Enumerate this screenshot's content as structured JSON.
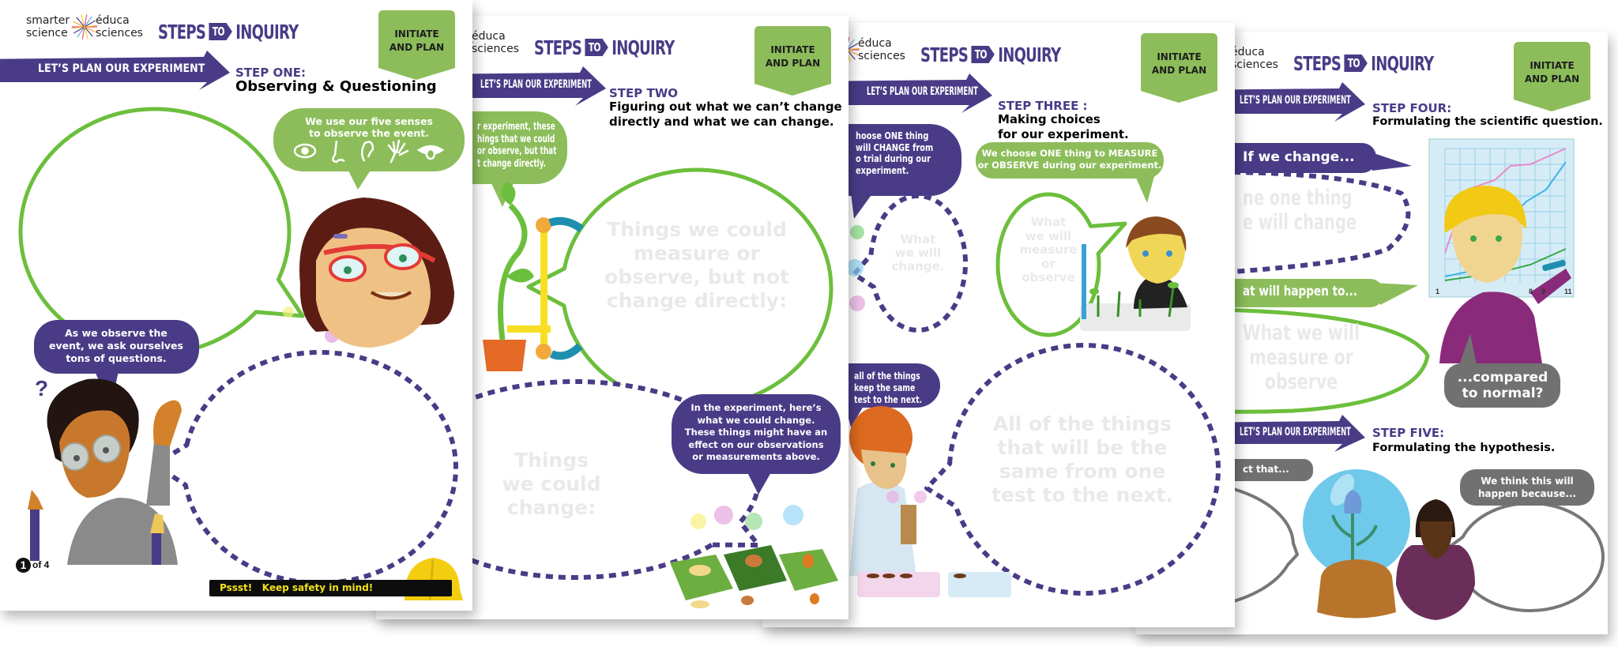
{
  "brand": {
    "smarter": "smarter",
    "science": "science",
    "educa": "éduca",
    "sciences": "sciences",
    "steps": "STEPS",
    "to": "TO",
    "inquiry": "INQUIRY",
    "phase_line1": "INITIATE",
    "phase_line2": "AND PLAN",
    "banner": "LET’S PLAN OUR EXPERIMENT"
  },
  "colors": {
    "purple": "#4a3b87",
    "green_fill": "#8cbd5a",
    "green_outline": "#6cbf3c",
    "gray_bubble": "#717171",
    "placeholder_text": "#e9e9ec",
    "safety_text": "#f2e21b"
  },
  "page1": {
    "step_label": "STEP ONE:",
    "step_title": "Observing & Questioning",
    "senses_bubble": [
      "We use our five senses",
      "to observe the event."
    ],
    "senses_icons": [
      "eye-icon",
      "nose-icon",
      "ear-icon",
      "hand-icon",
      "tongue-icon"
    ],
    "question_bubble": [
      "As we observe the",
      "event, we ask ourselves",
      "tons of questions."
    ],
    "question_mark": "?",
    "page_number": "1",
    "page_of": "of 4",
    "safety_note": "Pssst!   Keep safety in mind!"
  },
  "page2": {
    "step_label": "STEP TWO",
    "step_title": [
      "Figuring out what we can’t change",
      "directly and what we can change."
    ],
    "measure_bubble": [
      "r experiment, these",
      "hings that we could",
      "or observe, but that",
      "t change directly."
    ],
    "measure_placeholder": [
      "Things we could",
      "measure or",
      "observe, but not",
      "change directly:"
    ],
    "change_placeholder": [
      "Things",
      "we could",
      "change:"
    ],
    "change_bubble": [
      "In the experiment, here’s",
      "what we could change.",
      "These things might have an",
      "effect on our observations",
      "or measurements above."
    ]
  },
  "page3": {
    "step_label": "STEP THREE :",
    "step_title": [
      "Making choices",
      "for our experiment."
    ],
    "change_bubble": [
      "hoose ONE thing",
      "will CHANGE from",
      "o trial during our",
      "experiment."
    ],
    "change_placeholder": [
      "What",
      "we will",
      "change."
    ],
    "measure_bubble": [
      "We choose ONE thing to MEASURE",
      "or OBSERVE during our experiment."
    ],
    "measure_placeholder": [
      "What",
      "we will",
      "measure",
      "or",
      "observe"
    ],
    "constants_bubble": [
      "all of the things",
      "keep the same",
      "test to the next."
    ],
    "constants_placeholder": [
      "All of the things",
      "that will be the",
      "same from one",
      "test to the next."
    ]
  },
  "page4": {
    "step_label": "STEP FOUR:",
    "step_title": "Formulating the scientific question.",
    "if_bubble": "If we change...",
    "change_placeholder": [
      "ne one thing",
      "e will change"
    ],
    "happen_bubble": "at will happen to...",
    "measure_placeholder": [
      "What we will",
      "measure or",
      "observe"
    ],
    "chart_ticks": [
      "1",
      "8",
      "9",
      "11"
    ],
    "compare_bubble": [
      "...compared",
      "to normal?"
    ],
    "step5_label": "STEP FIVE:",
    "step5_title": "Formulating the hypothesis.",
    "predict_bubble": "ct that...",
    "because_bubble": [
      "We think this will",
      "happen because..."
    ]
  }
}
